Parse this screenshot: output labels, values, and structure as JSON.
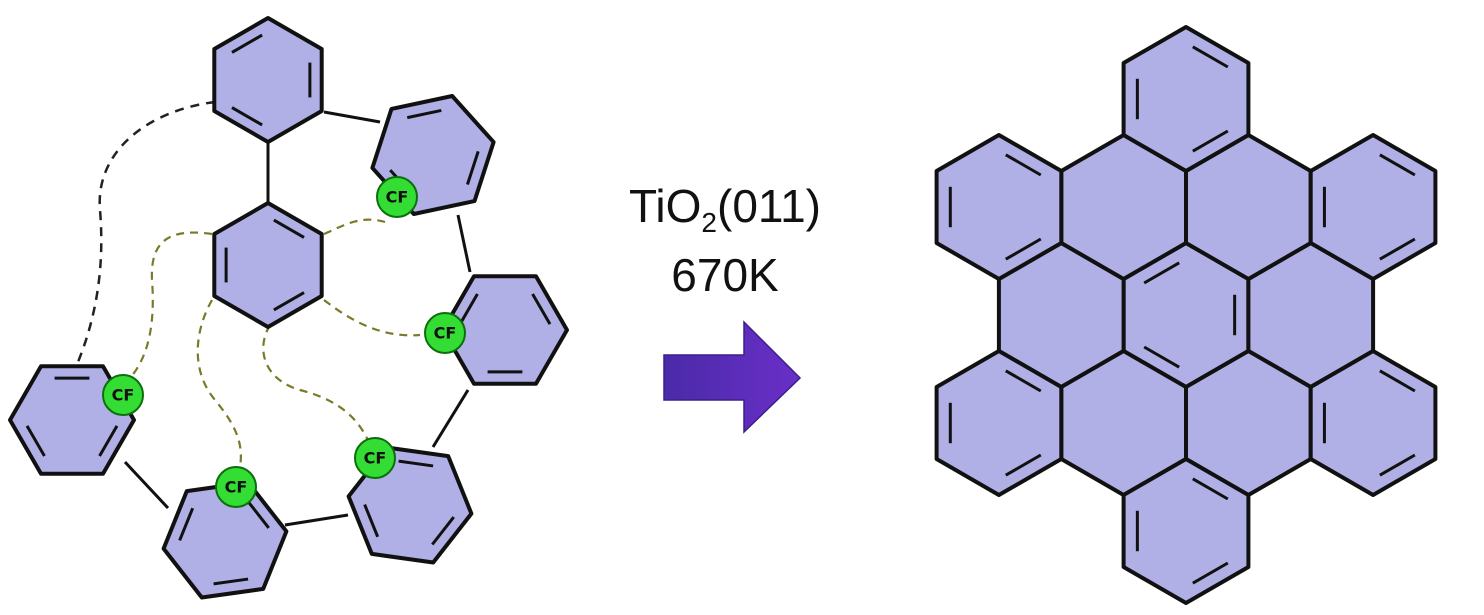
{
  "reaction": {
    "substituent_label": "CF",
    "conditions": {
      "surface_prefix": "TiO",
      "surface_subscript": "2",
      "surface_suffix": "(011)",
      "temperature": "670K"
    },
    "arrow_color": "#5a2db8"
  },
  "colors": {
    "ring_fill": "#b0b0e6",
    "cf_fill": "#33dd33",
    "dash_black": "#222222",
    "dash_olive": "#7a7a2a"
  },
  "icons": {
    "arrow": "right-arrow-icon"
  }
}
